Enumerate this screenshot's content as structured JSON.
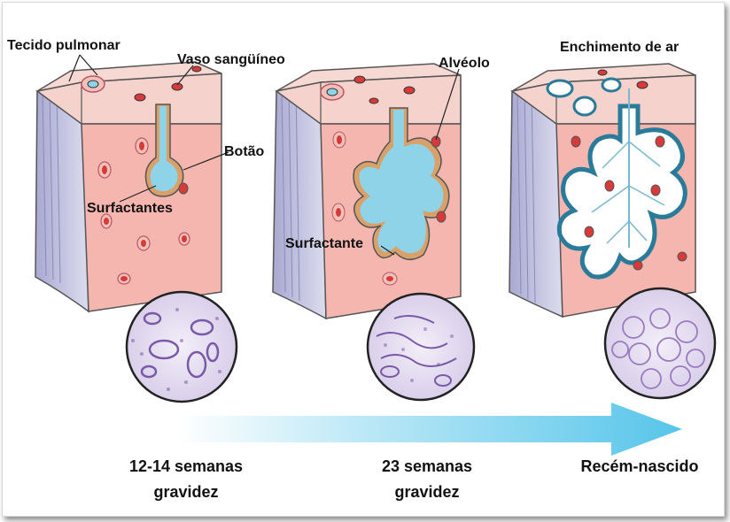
{
  "labels": {
    "tecido": "Tecido pulmonar",
    "vaso": "Vaso sangüíneo",
    "botao": "Botão",
    "surfactantes": "Surfactantes",
    "alveolo": "Alvéolo",
    "surfactante": "Surfactante",
    "enchimento": "Enchimento de ar"
  },
  "stages": [
    {
      "line1": "12-14 semanas",
      "line2": "gravidez"
    },
    {
      "line1": "23 semanas",
      "line2": "gravidez"
    },
    {
      "line1": "Recém-nascido",
      "line2": ""
    }
  ],
  "colors": {
    "tissue_top": "#f6d2cd",
    "tissue_front": "#f4b6ae",
    "tissue_side": "#c8c8e4",
    "fluid": "#8fd3e8",
    "surfactant": "#d9a06a",
    "vessel": "#d83a3a",
    "micro_bg": "#ece7f4",
    "micro_stain": "#7a5aa8",
    "arrow": "#5ec9ea"
  }
}
